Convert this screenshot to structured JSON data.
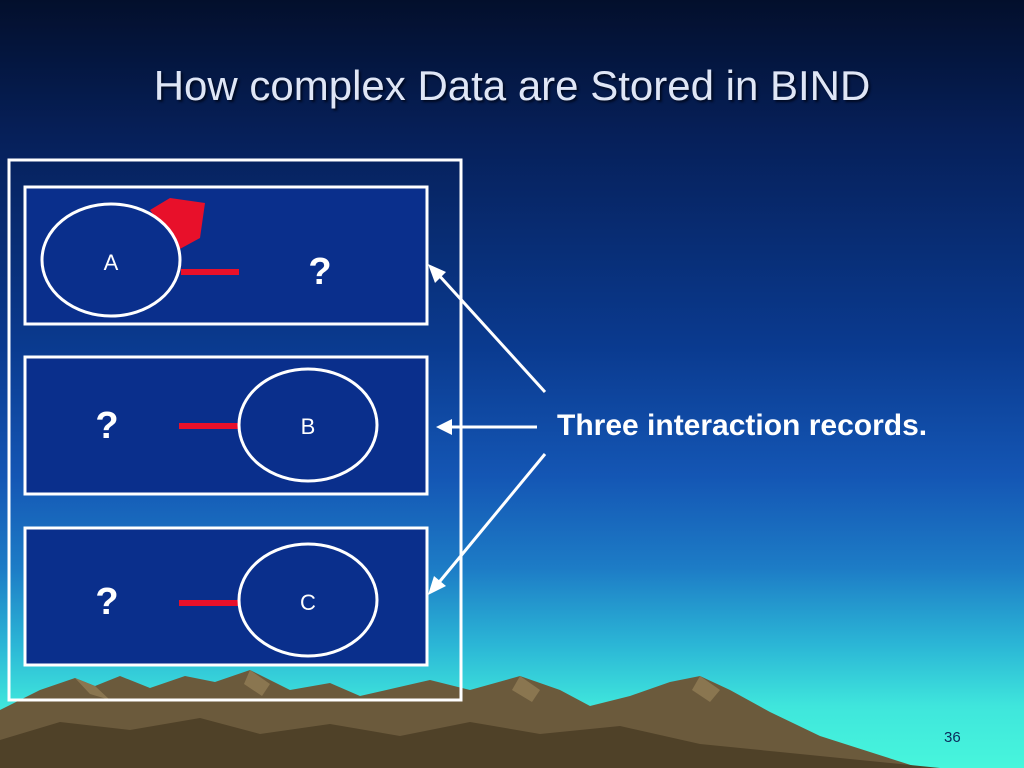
{
  "slide": {
    "title": "How complex Data are Stored in BIND",
    "page_number": "36",
    "caption": "Three interaction records."
  },
  "records": [
    {
      "node": "A",
      "unknown": "?"
    },
    {
      "node": "B",
      "unknown": "?"
    },
    {
      "node": "C",
      "unknown": "?"
    }
  ],
  "colors": {
    "record_fill": "#0a2f8c",
    "node_fill": "#0a2f8c",
    "link": "#e8102a",
    "outline": "#ffffff"
  }
}
